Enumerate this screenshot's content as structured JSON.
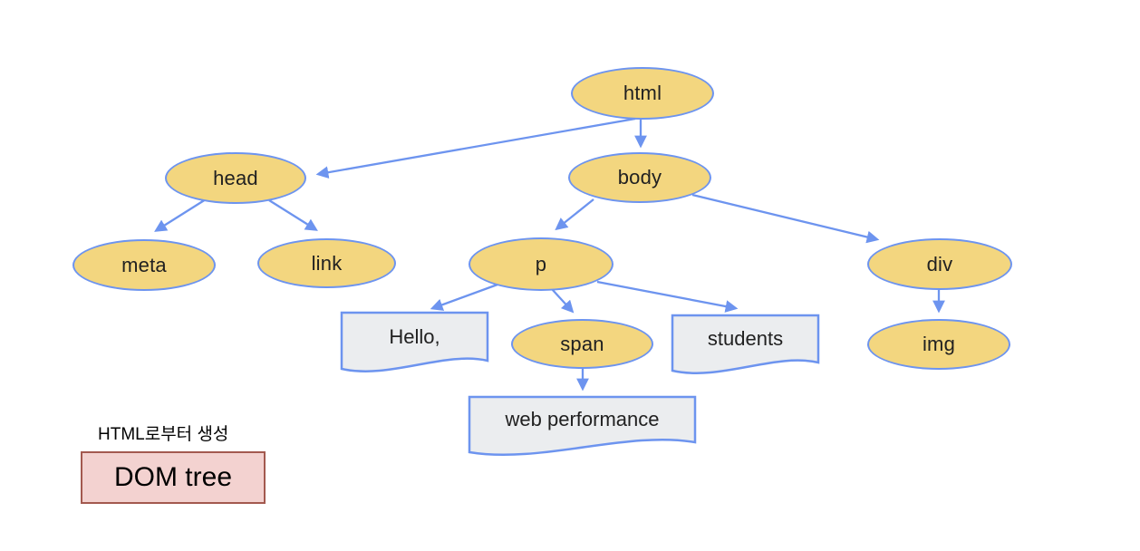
{
  "diagram": {
    "caption": "HTML로부터 생성",
    "badge_label": "DOM tree",
    "element_nodes": [
      {
        "id": "html",
        "label": "html",
        "parent": null
      },
      {
        "id": "head",
        "label": "head",
        "parent": "html"
      },
      {
        "id": "body",
        "label": "body",
        "parent": "html"
      },
      {
        "id": "meta",
        "label": "meta",
        "parent": "head"
      },
      {
        "id": "link",
        "label": "link",
        "parent": "head"
      },
      {
        "id": "p",
        "label": "p",
        "parent": "body"
      },
      {
        "id": "div",
        "label": "div",
        "parent": "body"
      },
      {
        "id": "span",
        "label": "span",
        "parent": "p"
      },
      {
        "id": "img",
        "label": "img",
        "parent": "div"
      }
    ],
    "text_nodes": [
      {
        "id": "hello",
        "label": "Hello,",
        "parent": "p"
      },
      {
        "id": "students",
        "label": "students",
        "parent": "p"
      },
      {
        "id": "web-performance",
        "label": "web performance",
        "parent": "span"
      }
    ],
    "edges": [
      {
        "from": "html",
        "to": "head"
      },
      {
        "from": "html",
        "to": "body"
      },
      {
        "from": "head",
        "to": "meta"
      },
      {
        "from": "head",
        "to": "link"
      },
      {
        "from": "body",
        "to": "p"
      },
      {
        "from": "body",
        "to": "div"
      },
      {
        "from": "p",
        "to": "Hello,"
      },
      {
        "from": "p",
        "to": "span"
      },
      {
        "from": "p",
        "to": "students"
      },
      {
        "from": "span",
        "to": "web performance"
      },
      {
        "from": "div",
        "to": "img"
      }
    ],
    "colors": {
      "element_node_fill": "#f3d67f",
      "element_node_border": "#6d94ef",
      "arrow": "#6d94ef",
      "text_node_fill": "#ebedef",
      "text_node_border": "#6d94ef",
      "badge_fill": "#f3d2d0",
      "badge_border": "#a3594f",
      "label_color": "#212121"
    }
  }
}
